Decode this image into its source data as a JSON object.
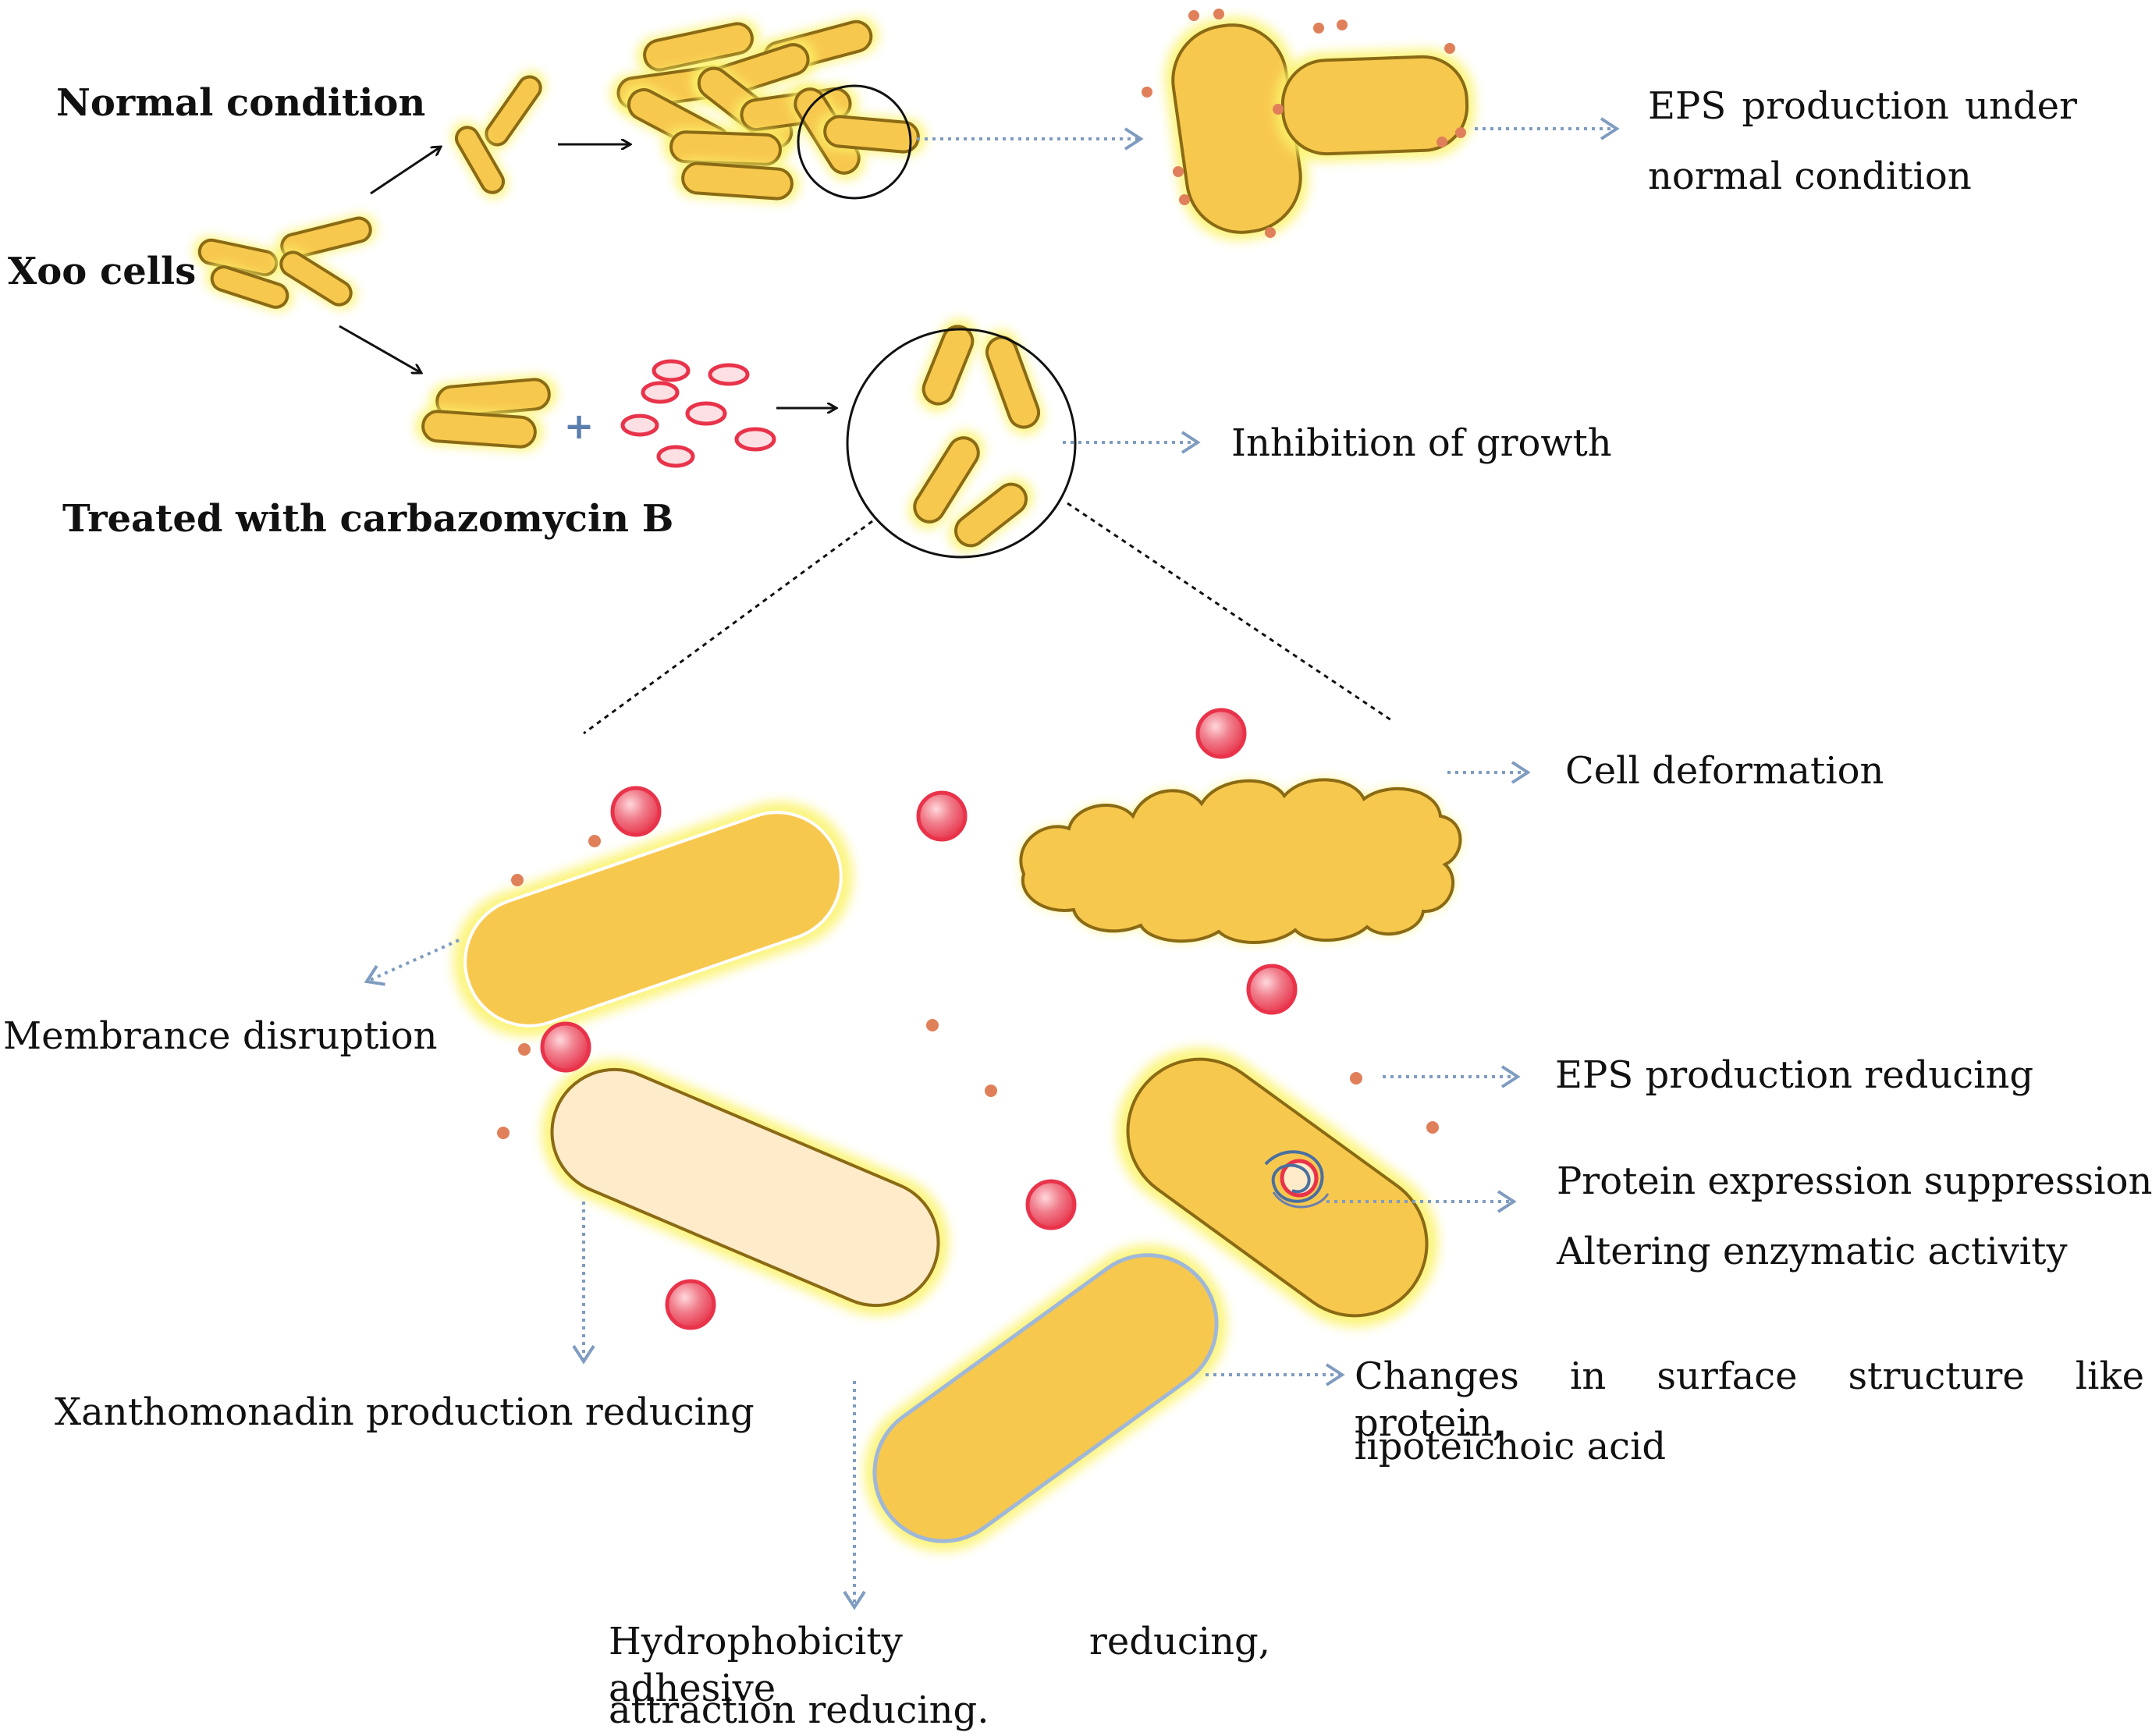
{
  "labels": {
    "normal_condition": "Normal condition",
    "xoo_cells": "Xoo cells",
    "treated_with": "Treated with carbazomycin B",
    "plus_sign": "+",
    "eps_normal_line1": "EPS production under",
    "eps_normal_line2": "normal condition",
    "inhibition_growth": "Inhibition of growth",
    "cell_deformation": "Cell deformation",
    "membrane_disruption": "Membrance disruption",
    "eps_reducing": "EPS production reducing",
    "protein_expression": "Protein expression suppression",
    "enzymatic_activity": "Altering enzymatic activity",
    "surface_line1": "Changes in surface structure like protein,",
    "surface_line2": "lipoteichoic acid",
    "xanthomonadin": "Xanthomonadin production reducing",
    "hydrophobicity_line1": "Hydrophobicity reducing, adhesive",
    "hydrophobicity_line2": "attraction reducing."
  },
  "colors": {
    "cell_fill": "#f7c84e",
    "cell_outline": "#8a6a14",
    "glow": "#fbf36a",
    "pale_cell_fill": "#fdebc9",
    "drug_red": "#e8334a",
    "eps_star": "#e0805a",
    "dotted_arrow": "#7f9cc0",
    "surface_outline": "#9fb7d8",
    "text": "#111111"
  }
}
